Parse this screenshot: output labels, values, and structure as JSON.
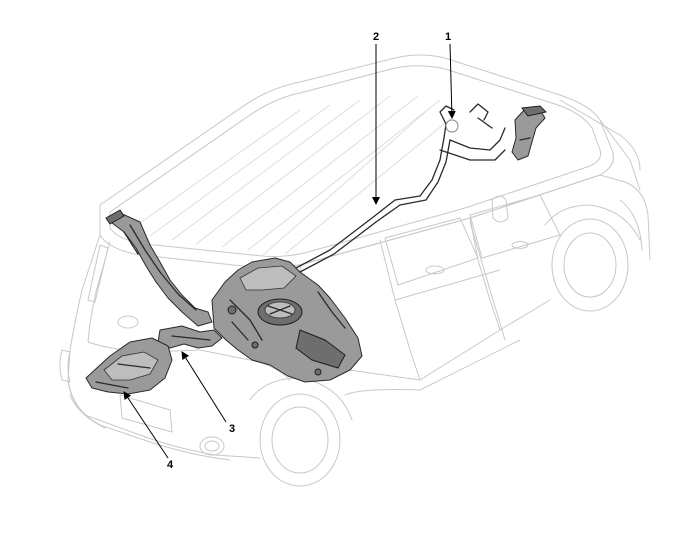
{
  "callouts": [
    {
      "id": "1",
      "label": "1"
    },
    {
      "id": "2",
      "label": "2"
    },
    {
      "id": "3",
      "label": "3"
    },
    {
      "id": "4",
      "label": "4"
    }
  ],
  "colors": {
    "outline": "#c8c8c8",
    "component_fill": "#9a9a9a",
    "component_stroke": "#2a2a2a",
    "label": "#000000"
  }
}
